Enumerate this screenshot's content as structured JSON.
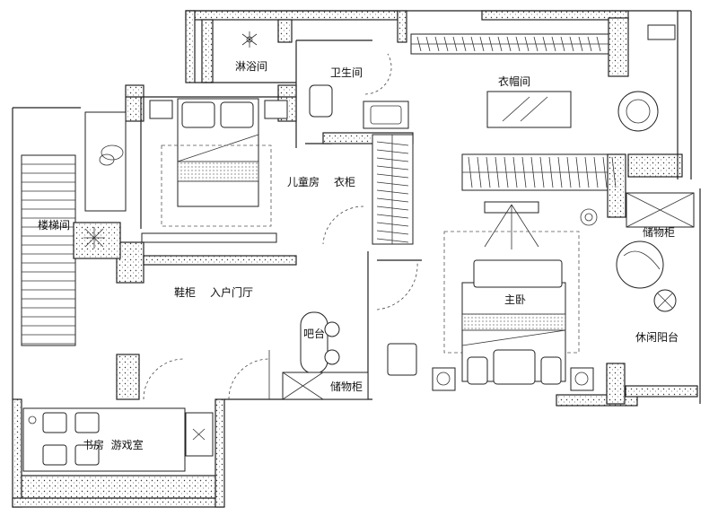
{
  "rooms": {
    "shower": "淋浴间",
    "bathroom": "卫生间",
    "closet_room": "衣帽间",
    "kids_room": "儿童房",
    "wardrobe": "衣柜",
    "stairwell": "楼梯间",
    "storage_right": "储物柜",
    "master_bedroom": "主卧",
    "shoe_cabinet": "鞋柜",
    "entry_hall": "入户门厅",
    "bar": "吧台",
    "leisure_balcony": "休闲阳台",
    "storage_center": "储物柜",
    "study_game": "书房  游戏室"
  }
}
